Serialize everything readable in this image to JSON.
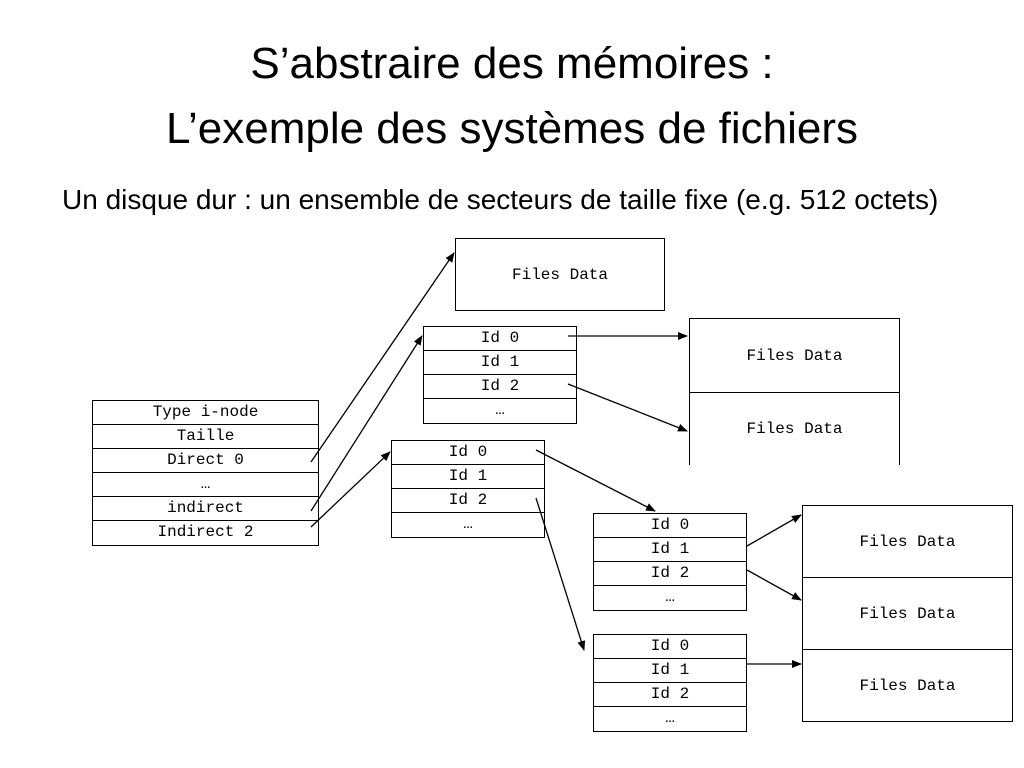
{
  "title": {
    "line1": "S’abstraire des mémoires :",
    "line2": "L’exemple des systèmes de fichiers"
  },
  "bullet": "Un disque dur : un ensemble de secteurs de taille fixe (e.g. 512 octets)",
  "inode": {
    "rows": [
      "Type i-node",
      "Taille",
      "Direct 0",
      "…",
      "indirect",
      "Indirect 2"
    ]
  },
  "id_rows": [
    "Id 0",
    "Id 1",
    "Id 2",
    "…"
  ],
  "files_data_label": "Files Data"
}
